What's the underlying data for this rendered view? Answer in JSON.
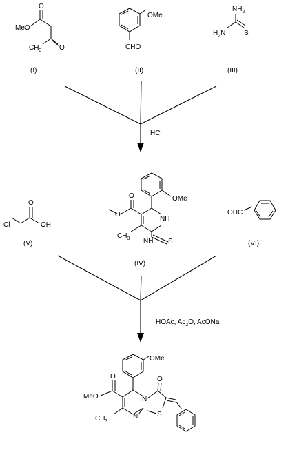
{
  "compounds": {
    "c1": {
      "caption": "(I)",
      "labels": {
        "meo": "MeO",
        "o_ester": "O",
        "ch3": "CH",
        "ch3_sub": "3",
        "o_ketone": "O"
      }
    },
    "c2": {
      "caption": "(II)",
      "labels": {
        "ome": "OMe",
        "cho": "CHO"
      }
    },
    "c3": {
      "caption": "(III)",
      "labels": {
        "nh2_top": "NH",
        "nh2_top_sub": "2",
        "h2n": "H",
        "h2n_sub": "2",
        "h2n_n": "N",
        "s": "S"
      }
    },
    "c4": {
      "caption": "(IV)",
      "labels": {
        "ome": "OMe",
        "o_carbonyl": "O",
        "o_ester": "O",
        "nh_top": "H",
        "nh_top_n": "N",
        "nh_bot": "H",
        "nh_bot_n": "N",
        "ch3": "CH",
        "ch3_sub": "3",
        "s": "S"
      }
    },
    "c5": {
      "caption": "(V)",
      "labels": {
        "cl": "Cl",
        "o_carbonyl": "O",
        "oh": "OH"
      }
    },
    "c6": {
      "caption": "(VI)",
      "labels": {
        "ohc": "OHC"
      }
    },
    "product": {
      "labels": {
        "ome": "OMe",
        "o_carbonyl": "O",
        "meo": "MeO",
        "o_keto": "O",
        "n": "N",
        "ch3": "CH",
        "ch3_sub": "3",
        "n2": "N",
        "s": "S"
      }
    }
  },
  "steps": [
    {
      "reagent": "HCl"
    },
    {
      "reagent_parts": [
        "HOAc, Ac",
        "2",
        "O, AcONa"
      ]
    }
  ]
}
